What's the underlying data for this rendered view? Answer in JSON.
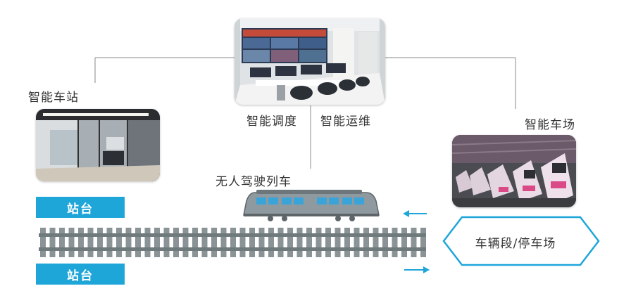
{
  "labels": {
    "station": "智能车站",
    "dispatch": "智能调度",
    "maintenance": "智能运维",
    "depot_ai": "智能车场",
    "train": "无人驾驶列车",
    "platform_top": "站台",
    "platform_bottom": "站台",
    "depot": "车辆段/停车场"
  },
  "colors": {
    "accent": "#1fa6d9",
    "line": "#888888",
    "rail": "#6f7a7c"
  },
  "icons": {
    "arrow_in": "arrow-left-icon",
    "arrow_out": "arrow-right-icon",
    "depot_shape": "hexagon-outline"
  }
}
